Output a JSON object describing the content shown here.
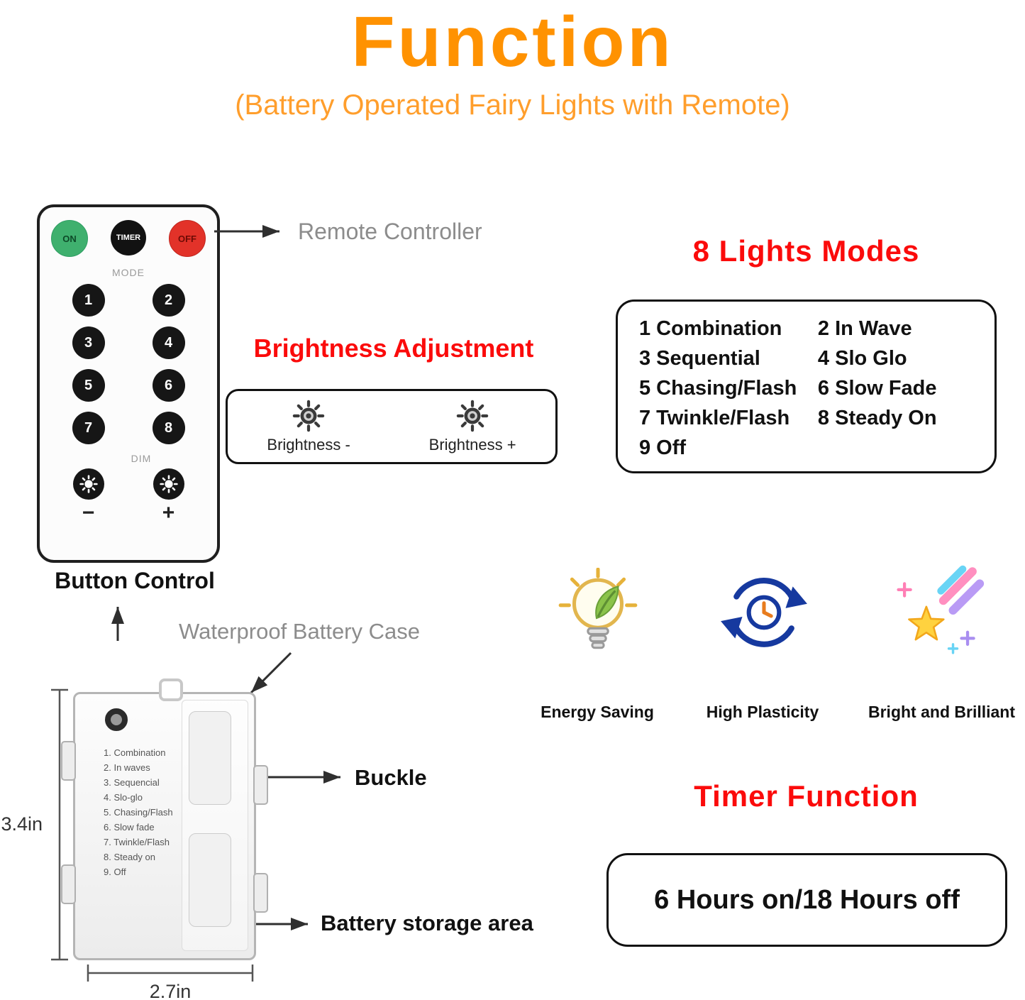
{
  "title": "Function",
  "subtitle": "(Battery Operated Fairy Lights with Remote)",
  "remote": {
    "pointer_label": "Remote Controller",
    "buttons": {
      "on": "ON",
      "timer": "TIMER",
      "off": "OFF"
    },
    "mode_label": "MODE",
    "mode_buttons": [
      "1",
      "2",
      "3",
      "4",
      "5",
      "6",
      "7",
      "8"
    ],
    "dim_label": "DIM",
    "minus": "−",
    "plus": "+"
  },
  "button_control_label": "Button Control",
  "brightness": {
    "heading": "Brightness Adjustment",
    "minus_label": "Brightness -",
    "plus_label": "Brightness +"
  },
  "modes": {
    "heading": "8 Lights Modes",
    "items": [
      "1 Combination",
      "2 In Wave",
      "3 Sequential",
      "4 Slo Glo",
      "5 Chasing/Flash",
      "6 Slow Fade",
      "7 Twinkle/Flash",
      "8 Steady On",
      "9 Off"
    ]
  },
  "battery_case": {
    "label": "Waterproof Battery Case",
    "printed_modes": [
      "1. Combination",
      "2. In waves",
      "3. Sequencial",
      "4. Slo-glo",
      "5. Chasing/Flash",
      "6. Slow fade",
      "7. Twinkle/Flash",
      "8. Steady on",
      "9. Off"
    ],
    "height": "3.4in",
    "width": "2.7in",
    "buckle_label": "Buckle",
    "storage_label": "Battery storage area"
  },
  "features": [
    {
      "name": "Energy Saving"
    },
    {
      "name": "High Plasticity"
    },
    {
      "name": "Bright and Brilliant"
    }
  ],
  "timer": {
    "heading": "Timer Function",
    "value": "6 Hours on/18 Hours off"
  },
  "colors": {
    "title_orange": "#FF9201",
    "subtitle_orange": "#FF9E2C",
    "heading_red": "#FB0B0B",
    "gray_label": "#8C8C8C",
    "on_green": "#3FB06E",
    "off_red": "#E23229",
    "button_black": "#161616"
  }
}
